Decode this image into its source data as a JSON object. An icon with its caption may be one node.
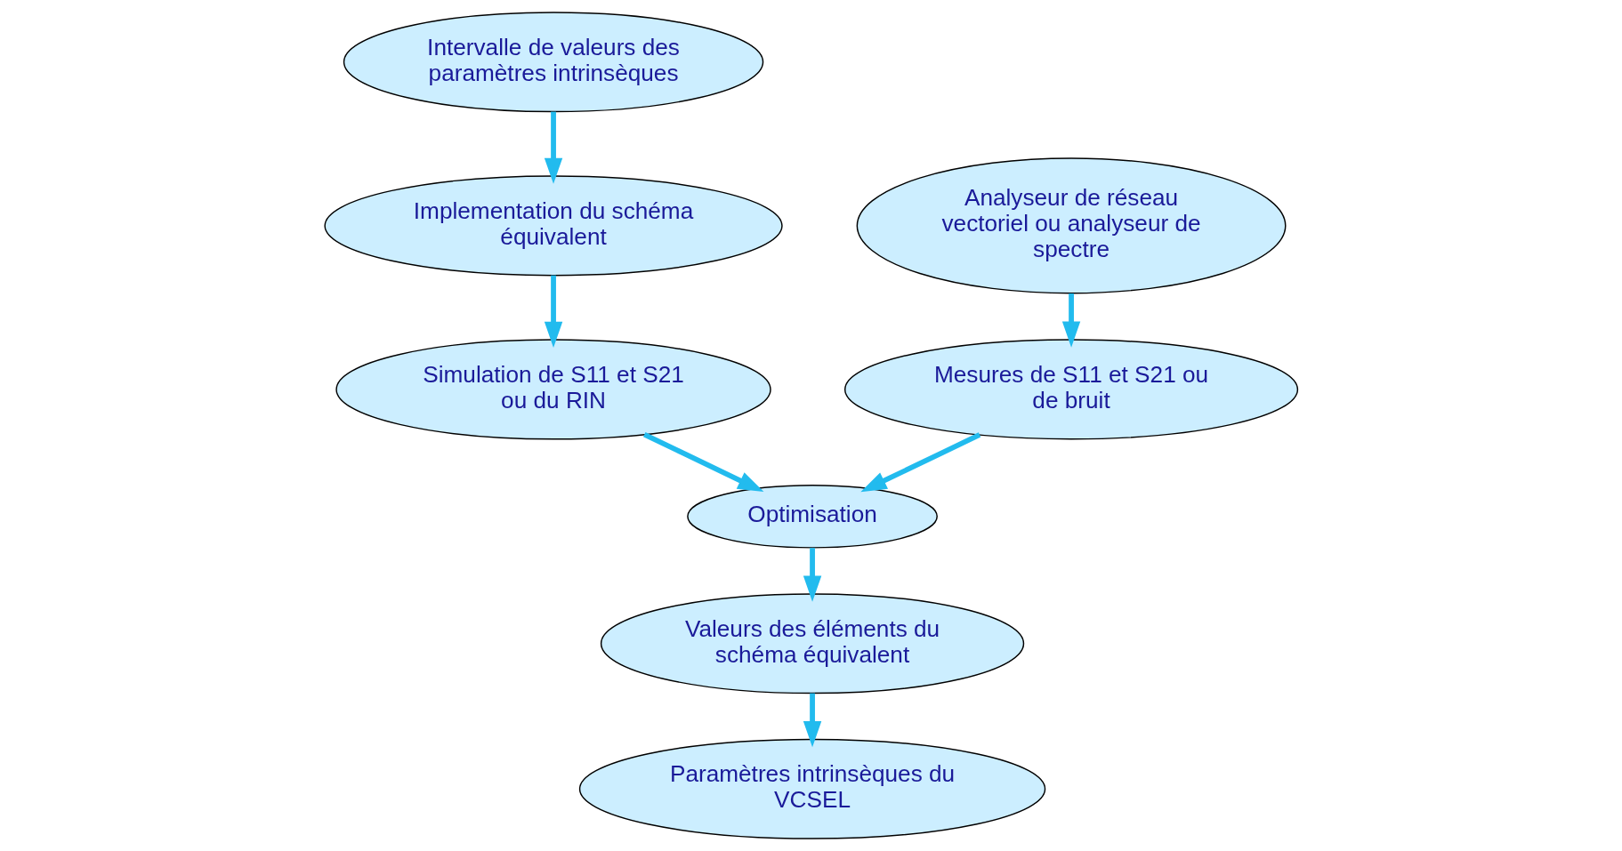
{
  "diagram": {
    "nodes": [
      {
        "text": [
          "Intervalle de valeurs des paramètres intrinsèques"
        ]
      },
      {
        "text": [
          "Implementation du schéma équivalent"
        ]
      },
      {
        "text": [
          "Analyseur de réseau vectoriel ou analyseur de spectre"
        ]
      },
      {
        "text": [
          "Simulation de S11 et S21 ou du RIN"
        ]
      },
      {
        "text": [
          "Mesures de S11 et S21 ou de bruit"
        ]
      },
      {
        "text": [
          "Optimisation"
        ]
      },
      {
        "text": [
          "Valeurs des éléments du schéma équivalent"
        ]
      },
      {
        "text": [
          "Paramètres intrinsèques du VCSEL"
        ]
      }
    ],
    "edges": [
      {
        "from": 0,
        "to": 1,
        "arrow": "to"
      },
      {
        "from": 1,
        "to": 3,
        "arrow": "to"
      },
      {
        "from": 2,
        "to": 4,
        "arrow": "to"
      },
      {
        "from": 3,
        "to": 5,
        "arrow": "to"
      },
      {
        "from": 4,
        "to": 5,
        "arrow": "to"
      },
      {
        "from": 5,
        "to": 6,
        "arrow": "to"
      },
      {
        "from": 6,
        "to": 7,
        "arrow": "to"
      }
    ]
  }
}
